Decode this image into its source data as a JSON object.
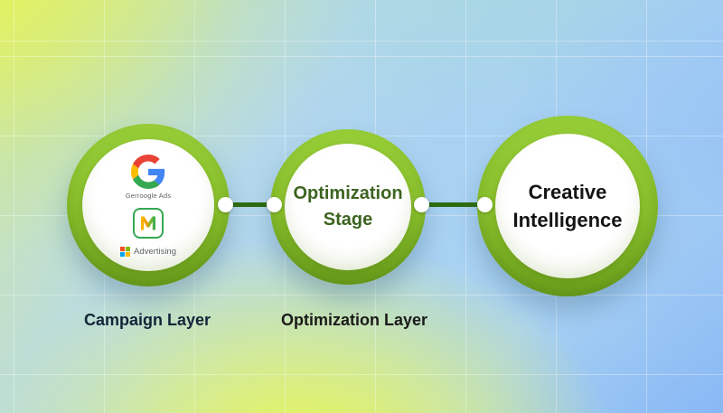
{
  "diagram": {
    "type": "process-flow",
    "background": {
      "style": "mesh-gradient",
      "colors": {
        "yellow_green": "#e5f14b",
        "light_blue": "#a9d2f2",
        "bottom_yellow": "#eefa4c",
        "deep_blue": "#74a7f8"
      },
      "grid_line_color": "rgba(255,255,255,0.5)"
    },
    "accent_colors": {
      "ring_green": "#86bd2a",
      "ring_green_dark": "#6da31c",
      "connector_green": "#2d6b10",
      "optimization_text_green": "#3d6420"
    },
    "nodes": {
      "campaign": {
        "google_logo": "google-g-multicolor",
        "google_ads_caption": "Gerroogle Ads",
        "m_badge": "green-bordered-M-gradient-logo",
        "microsoft_logo_colors": [
          "#f25022",
          "#7fba00",
          "#00a4ef",
          "#ffb900"
        ],
        "advertising_caption": "Advertising",
        "below_label": "Campaign Layer"
      },
      "optimization": {
        "label": "Optimization Stage",
        "below_label": "Optimization Layer"
      },
      "creative": {
        "label": "Creative Intelligence",
        "below_label": ""
      }
    },
    "connectors": [
      {
        "from": "campaign",
        "to": "optimization",
        "style": "line-with-end-dots"
      },
      {
        "from": "optimization",
        "to": "creative",
        "style": "line-with-end-dots"
      }
    ]
  }
}
